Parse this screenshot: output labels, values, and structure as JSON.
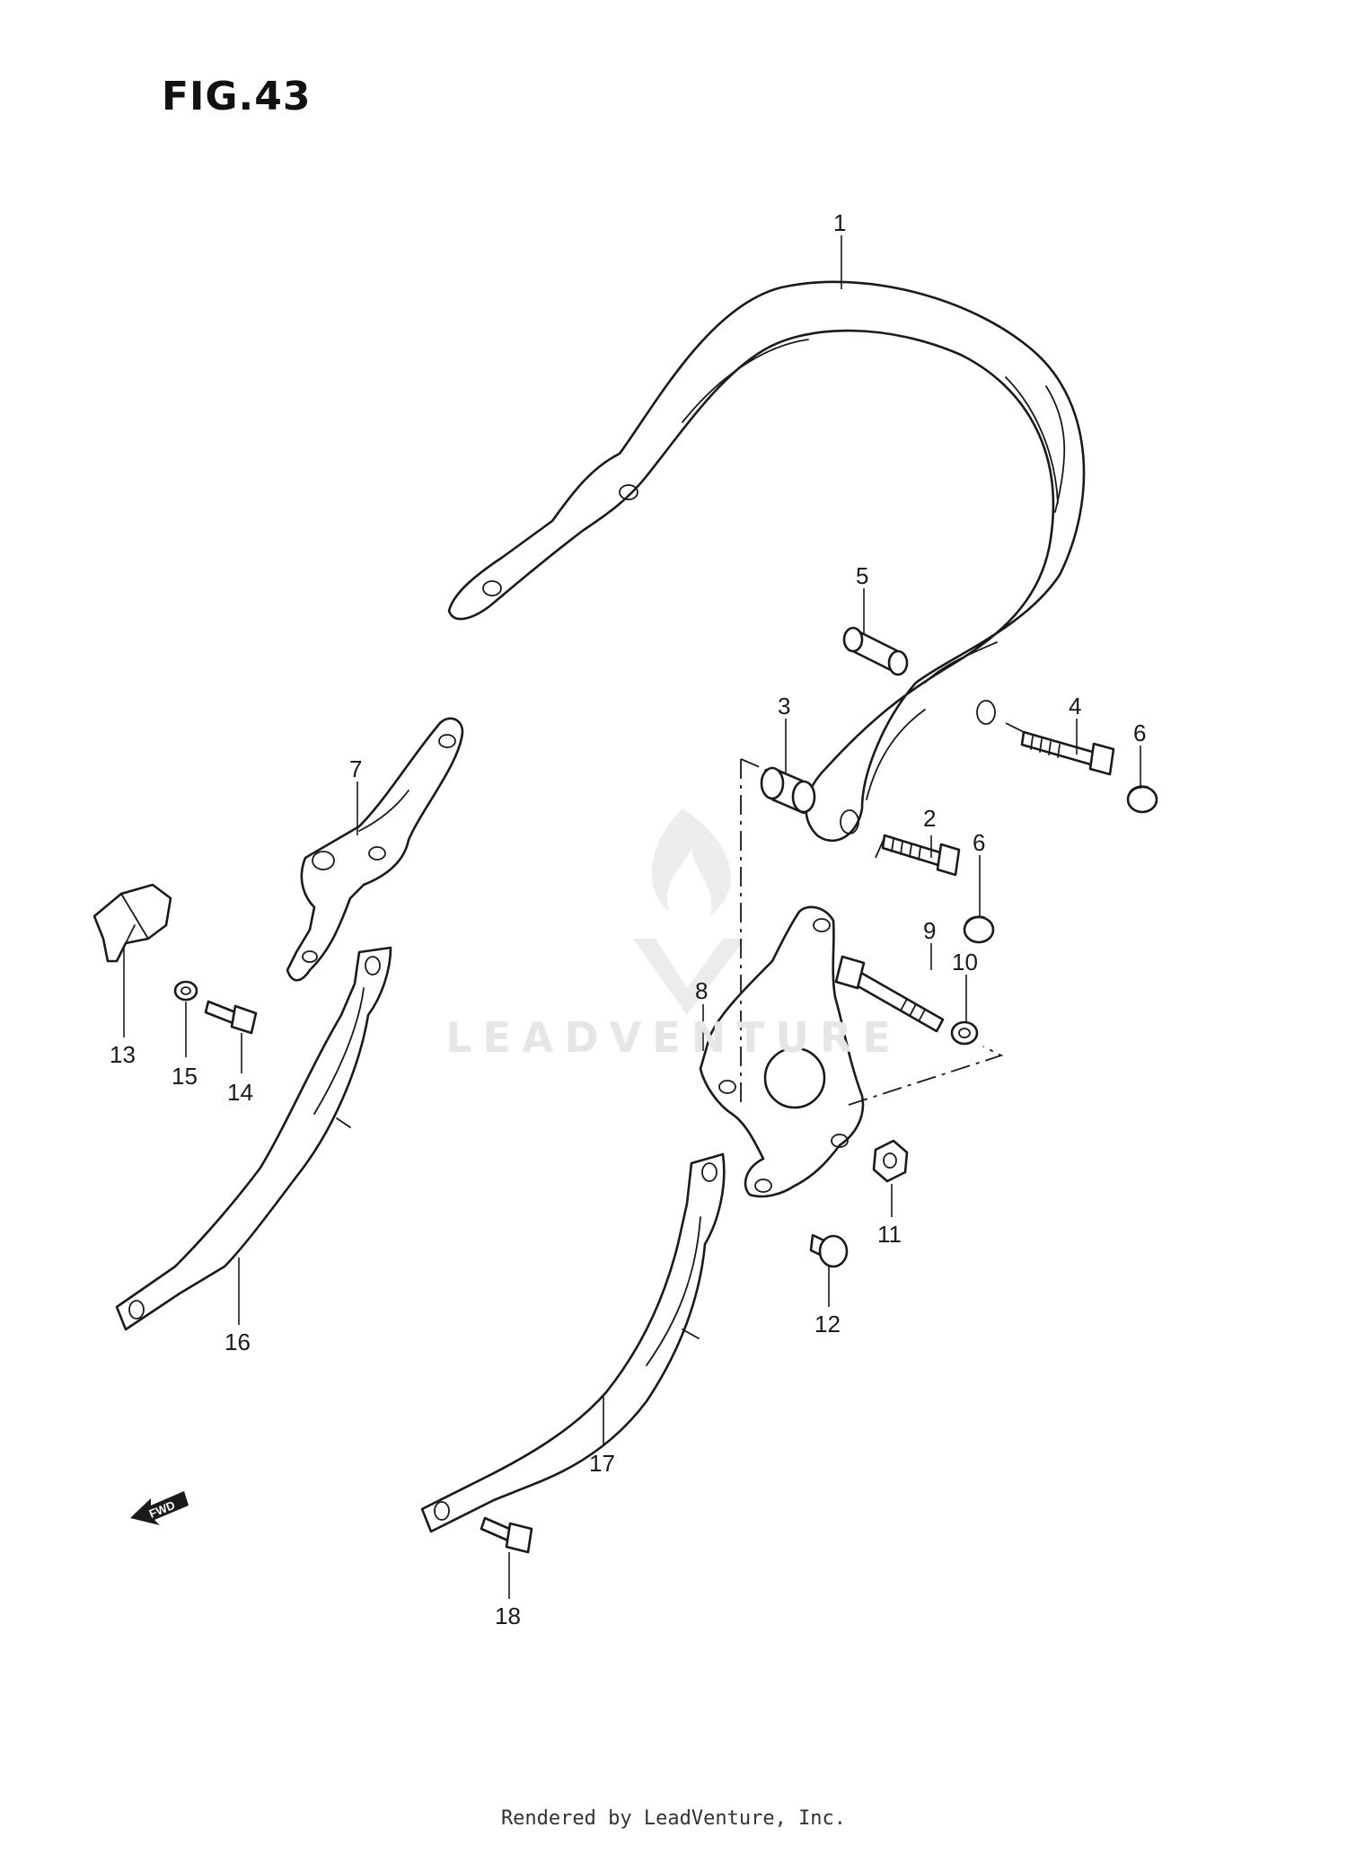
{
  "figure": {
    "title": "FIG.43"
  },
  "watermark": {
    "text": "LEADVENTURE"
  },
  "footer": {
    "text": "Rendered by LeadVenture, Inc."
  },
  "fwd_badge": {
    "text": "FWD"
  },
  "callouts": [
    "1",
    "2",
    "3",
    "4",
    "5",
    "6",
    "6",
    "7",
    "8",
    "9",
    "10",
    "11",
    "12",
    "13",
    "14",
    "15",
    "16",
    "17",
    "18"
  ],
  "colors": {
    "line": "#1a1a1a",
    "background": "#ffffff",
    "watermark": "#e6e6e6"
  }
}
